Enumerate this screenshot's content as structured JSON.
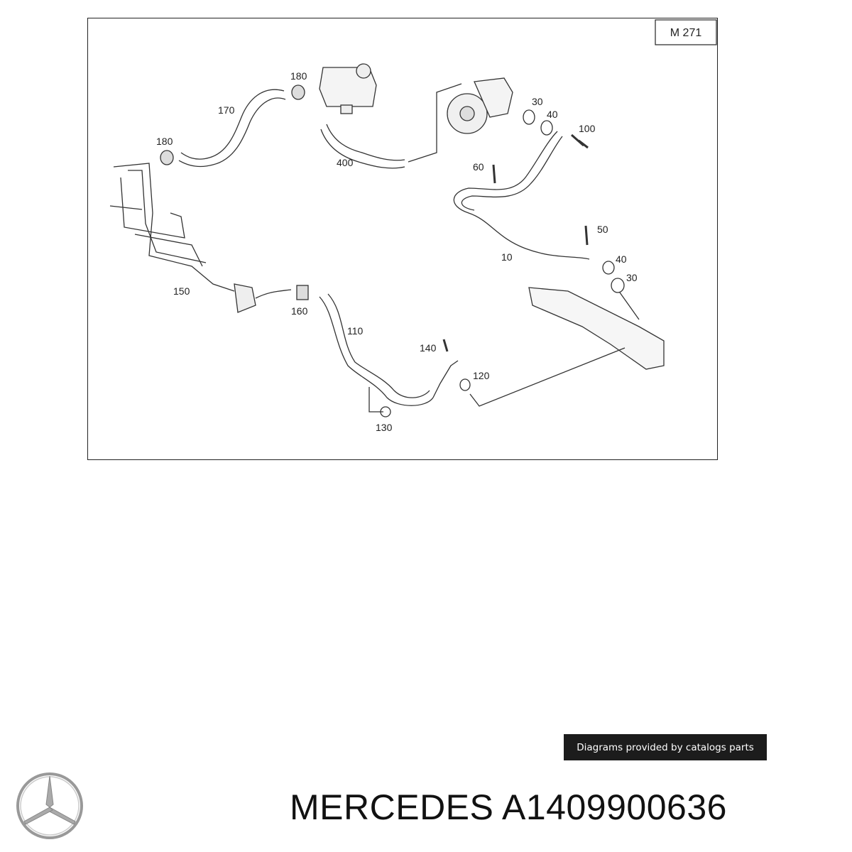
{
  "diagram": {
    "engine_code": "M 271",
    "callouts": [
      "180",
      "170",
      "180",
      "400",
      "30",
      "40",
      "100",
      "60",
      "50",
      "10",
      "40",
      "30",
      "150",
      "160",
      "110",
      "140",
      "120",
      "130"
    ]
  },
  "credit_banner": "Diagrams provided by catalogs parts",
  "footer": {
    "brand": "MERCEDES",
    "part_number": "A1409900636",
    "logo_icon": "mercedes-star-icon"
  }
}
